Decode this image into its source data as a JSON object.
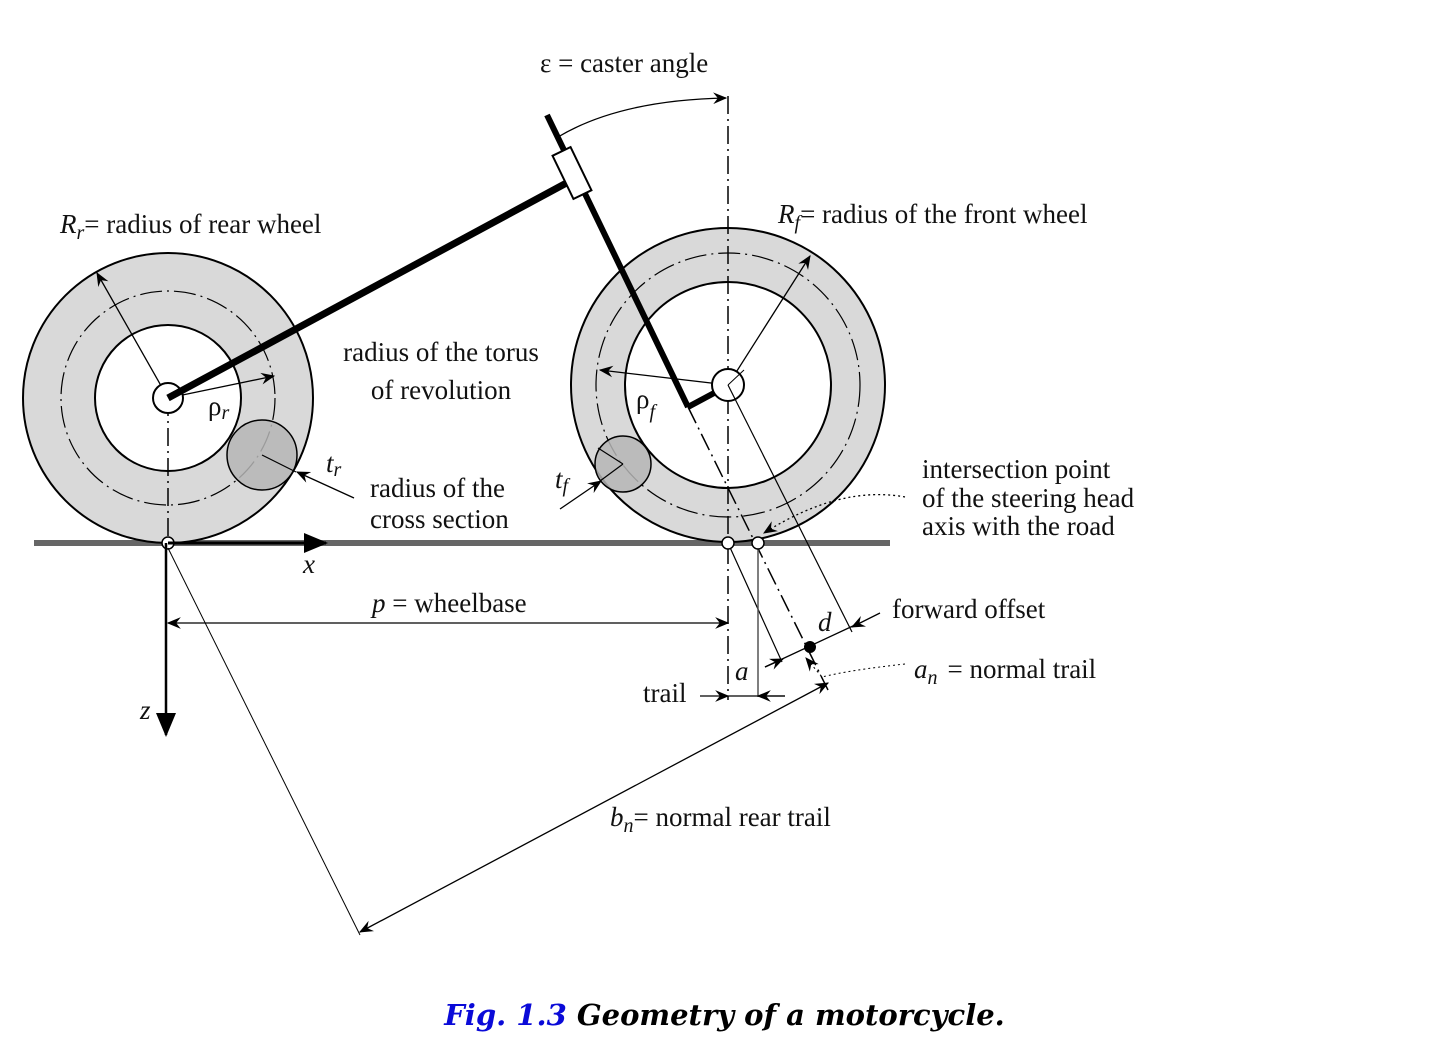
{
  "labels": {
    "caster_angle": {
      "symbol": "ε",
      "text": "= caster angle"
    },
    "rear_radius": {
      "symbol": "R",
      "sub": "r",
      "text": "= radius of rear wheel"
    },
    "front_radius": {
      "symbol": "R",
      "sub": "f",
      "text": "= radius of the front wheel"
    },
    "torus_radius": {
      "line1": "radius of the torus",
      "line2": "of revolution"
    },
    "rho_rear": {
      "symbol": "ρ",
      "sub": "r"
    },
    "rho_front": {
      "symbol": "ρ",
      "sub": "f"
    },
    "t_rear": {
      "symbol": "t",
      "sub": "r"
    },
    "t_front": {
      "symbol": "t",
      "sub": "f"
    },
    "cross_section": {
      "line1": "radius of the",
      "line2": "cross section"
    },
    "intersection": {
      "line1": "intersection  point",
      "line2": "of the steering head",
      "line3": "axis with the road"
    },
    "x_axis": "x",
    "z_axis": "z",
    "wheelbase": {
      "symbol": "p",
      "text": "= wheelbase"
    },
    "forward_offset": {
      "symbol": "d",
      "text": "forward offset"
    },
    "trail": {
      "symbol": "a",
      "text": "trail"
    },
    "normal_trail": {
      "symbol": "a",
      "sub": "n",
      "text": "= normal trail"
    },
    "normal_rear_trail": {
      "symbol": "b",
      "sub": "n",
      "text": "= normal rear trail"
    }
  },
  "caption": {
    "number": "Fig. 1.3",
    "title": "Geometry of a motorcycle."
  },
  "colors": {
    "tire_fill": "#d9d9d9",
    "contact_patch": "#b5b5b5",
    "road": "#666666",
    "caption_number": "#0a0ad8"
  }
}
